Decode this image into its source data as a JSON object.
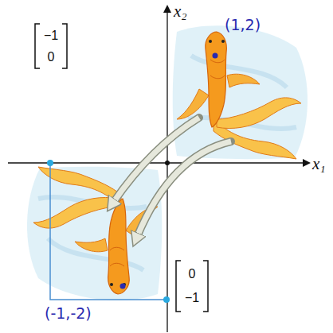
{
  "diagram": {
    "labels": [
      "x₂",
      "x₁",
      "−1",
      "0",
      "0",
      "−1",
      "(1,2)",
      "(-1,-2)"
    ]
  }
}
